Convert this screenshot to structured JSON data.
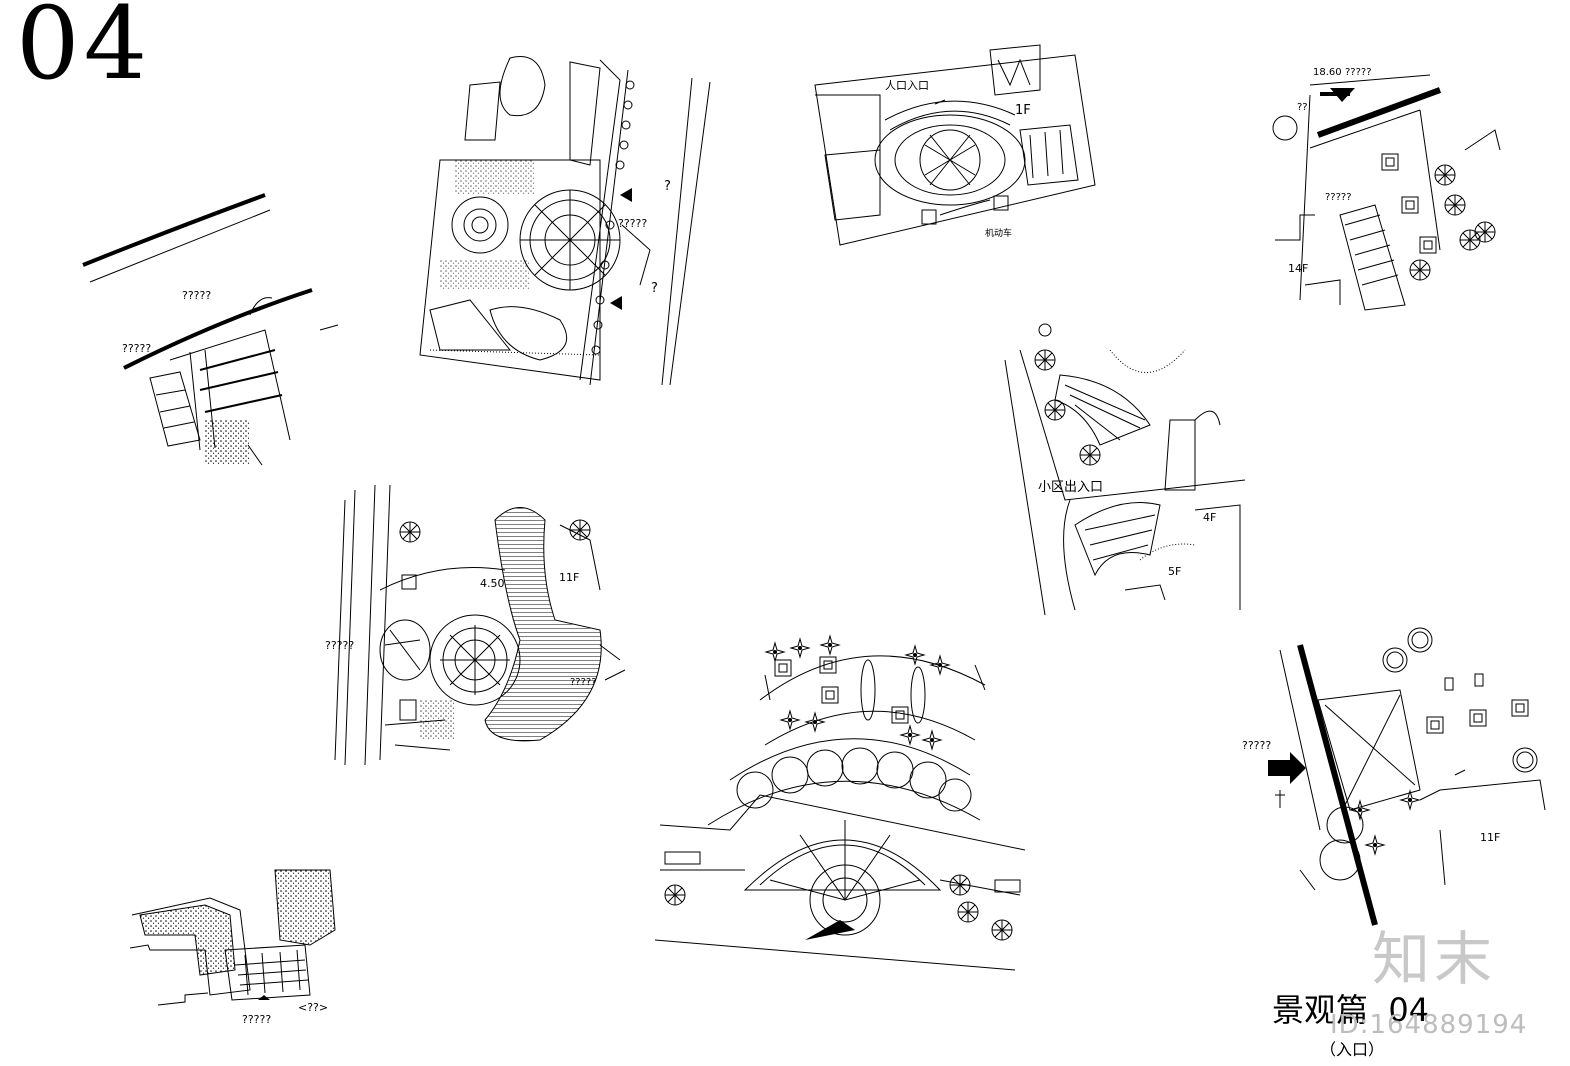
{
  "page": {
    "number": "04",
    "title": "景观篇",
    "title_number": "04",
    "subtitle": "（入口）"
  },
  "watermark": {
    "logo": "知末",
    "id": "ID:164889194"
  },
  "drawings": {
    "d1": {
      "road_label": "?????",
      "path_label": "?????"
    },
    "d2": {
      "q1": "?",
      "q2": "?????",
      "q3": "?"
    },
    "d3": {
      "entrance": "人口入口",
      "floor": "1F",
      "note": "机动车"
    },
    "d4": {
      "elev": "18.60",
      "q1": "?????",
      "q2": "??",
      "q3": "?????",
      "floor": "14F"
    },
    "d5": {
      "entrance": "小区出入口",
      "floor1": "4F",
      "floor2": "5F"
    },
    "d6": {
      "elev": "4.50",
      "floor": "11F",
      "q1": "?????",
      "q2": "?????"
    },
    "d7": {},
    "d8": {
      "q1": "?????",
      "floor": "11F"
    },
    "d9": {
      "q1": "?????",
      "q2": "<??>"
    }
  }
}
